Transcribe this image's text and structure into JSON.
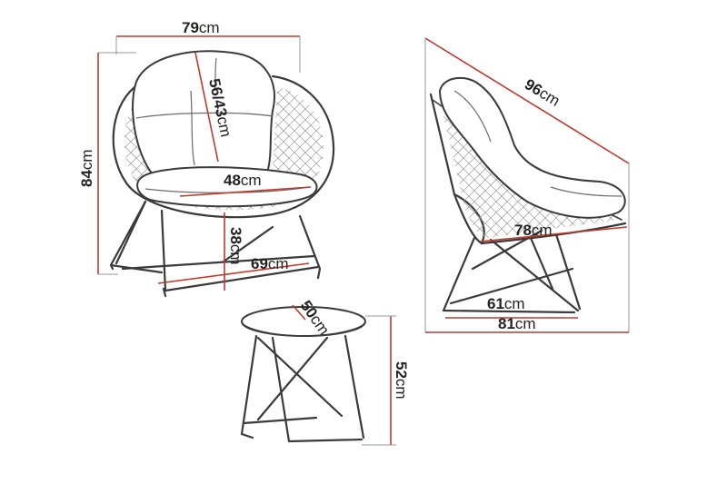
{
  "dimensions": {
    "chair_width": {
      "value": "79",
      "unit": "cm"
    },
    "chair_height": {
      "value": "84",
      "unit": "cm"
    },
    "backrest_height": {
      "value": "56/43",
      "unit": "cm"
    },
    "seat_width": {
      "value": "48",
      "unit": "cm"
    },
    "seat_height": {
      "value": "38",
      "unit": "cm"
    },
    "base_width": {
      "value": "69",
      "unit": "cm"
    },
    "diagonal_length": {
      "value": "96",
      "unit": "cm"
    },
    "seat_depth": {
      "value": "78",
      "unit": "cm"
    },
    "base_depth": {
      "value": "61",
      "unit": "cm"
    },
    "chair_depth": {
      "value": "81",
      "unit": "cm"
    },
    "table_diameter": {
      "value": "50",
      "unit": "cm"
    },
    "table_height": {
      "value": "52",
      "unit": "cm"
    }
  },
  "colors": {
    "dimension_line": "#c0392b",
    "outline": "#3a3a3a",
    "text": "#222222"
  }
}
